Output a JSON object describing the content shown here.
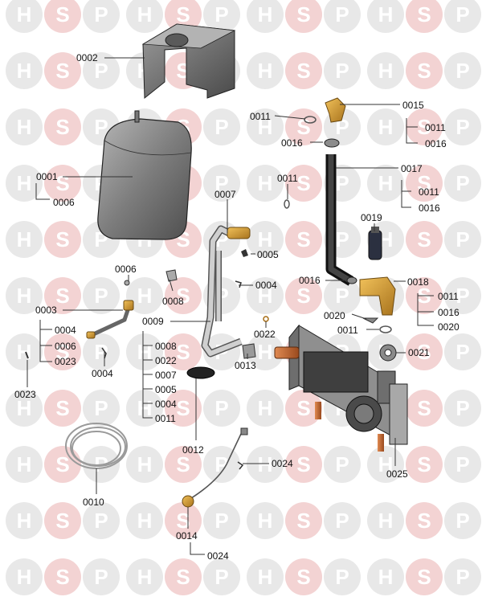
{
  "watermark": {
    "letters": [
      "H",
      "S",
      "P"
    ],
    "circle_color": "#e8e8e8",
    "accent_color": "#f3d3d3"
  },
  "parts": {
    "p0002": "0002",
    "p0001": "0001",
    "p0001_sub": "0006",
    "p0011_a": "0011",
    "p0015": "0015",
    "p0015_sub_a": "0011",
    "p0015_sub_b": "0016",
    "p0016_a": "0016",
    "p0011_b": "0011",
    "p0017": "0017",
    "p0017_sub_a": "0011",
    "p0017_sub_b": "0016",
    "p0007": "0007",
    "p0019": "0019",
    "p0005": "0005",
    "p0006": "0006",
    "p0004_a": "0004",
    "p0008": "0008",
    "p0016_b": "0016",
    "p0018": "0018",
    "p0018_sub_a": "0011",
    "p0018_sub_b": "0016",
    "p0018_sub_c": "0020",
    "p0003": "0003",
    "p0003_sub_a": "0004",
    "p0003_sub_b": "0006",
    "p0003_sub_c": "0023",
    "p0009": "0009",
    "p0009_sub_a": "0008",
    "p0009_sub_b": "0022",
    "p0009_sub_c": "0007",
    "p0009_sub_d": "0005",
    "p0009_sub_e": "0004",
    "p0009_sub_f": "0011",
    "p0020": "0020",
    "p0011_c": "0011",
    "p0022": "0022",
    "p0021": "0021",
    "p0004_b": "0004",
    "p0013": "0013",
    "p0023": "0023",
    "p0012": "0012",
    "p0025": "0025",
    "p0024_a": "0024",
    "p0010": "0010",
    "p0014": "0014",
    "p0024_b": "0024"
  }
}
